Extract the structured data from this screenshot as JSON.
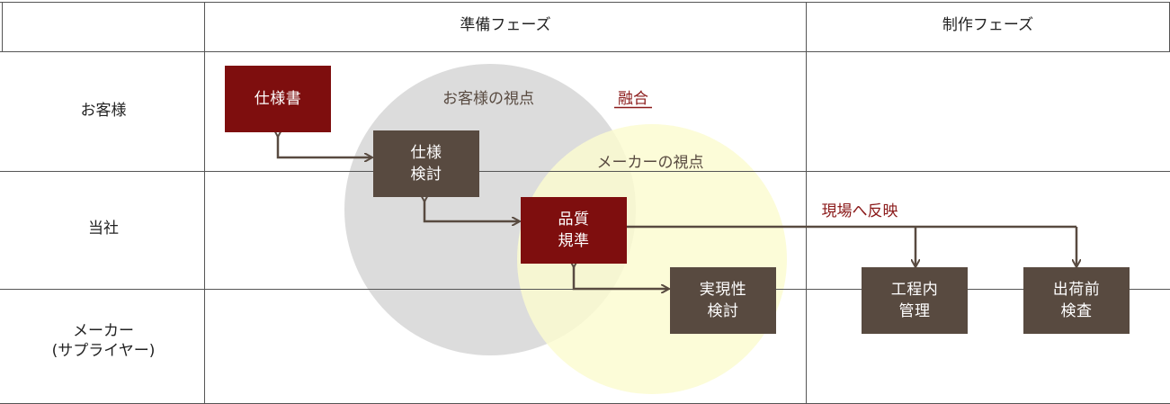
{
  "phases": {
    "prep": "準備フェーズ",
    "production": "制作フェーズ"
  },
  "rows": {
    "customer": "お客様",
    "company": "当社",
    "maker": "メーカー\n(サプライヤー)"
  },
  "boxes": {
    "spec": "仕様書",
    "spec_review": "仕様\n検討",
    "quality_std": "品質\n規準",
    "feasibility": "実現性\n検討",
    "process_mgmt": "工程内\n管理",
    "pre_ship": "出荷前\n検査"
  },
  "circles": {
    "customer_view": "お客様の視点",
    "maker_view": "メーカーの視点"
  },
  "annotations": {
    "fusion": "融合",
    "reflect": "現場へ反映"
  },
  "colors": {
    "grid": "#555555",
    "dark_red_box": "#7e0e0e",
    "brown_box": "#584a40",
    "arrow": "#584a40",
    "accent_text": "#8b1a1a",
    "customer_circle": "#dcdcdc",
    "maker_circle": "#fbfbd4"
  }
}
